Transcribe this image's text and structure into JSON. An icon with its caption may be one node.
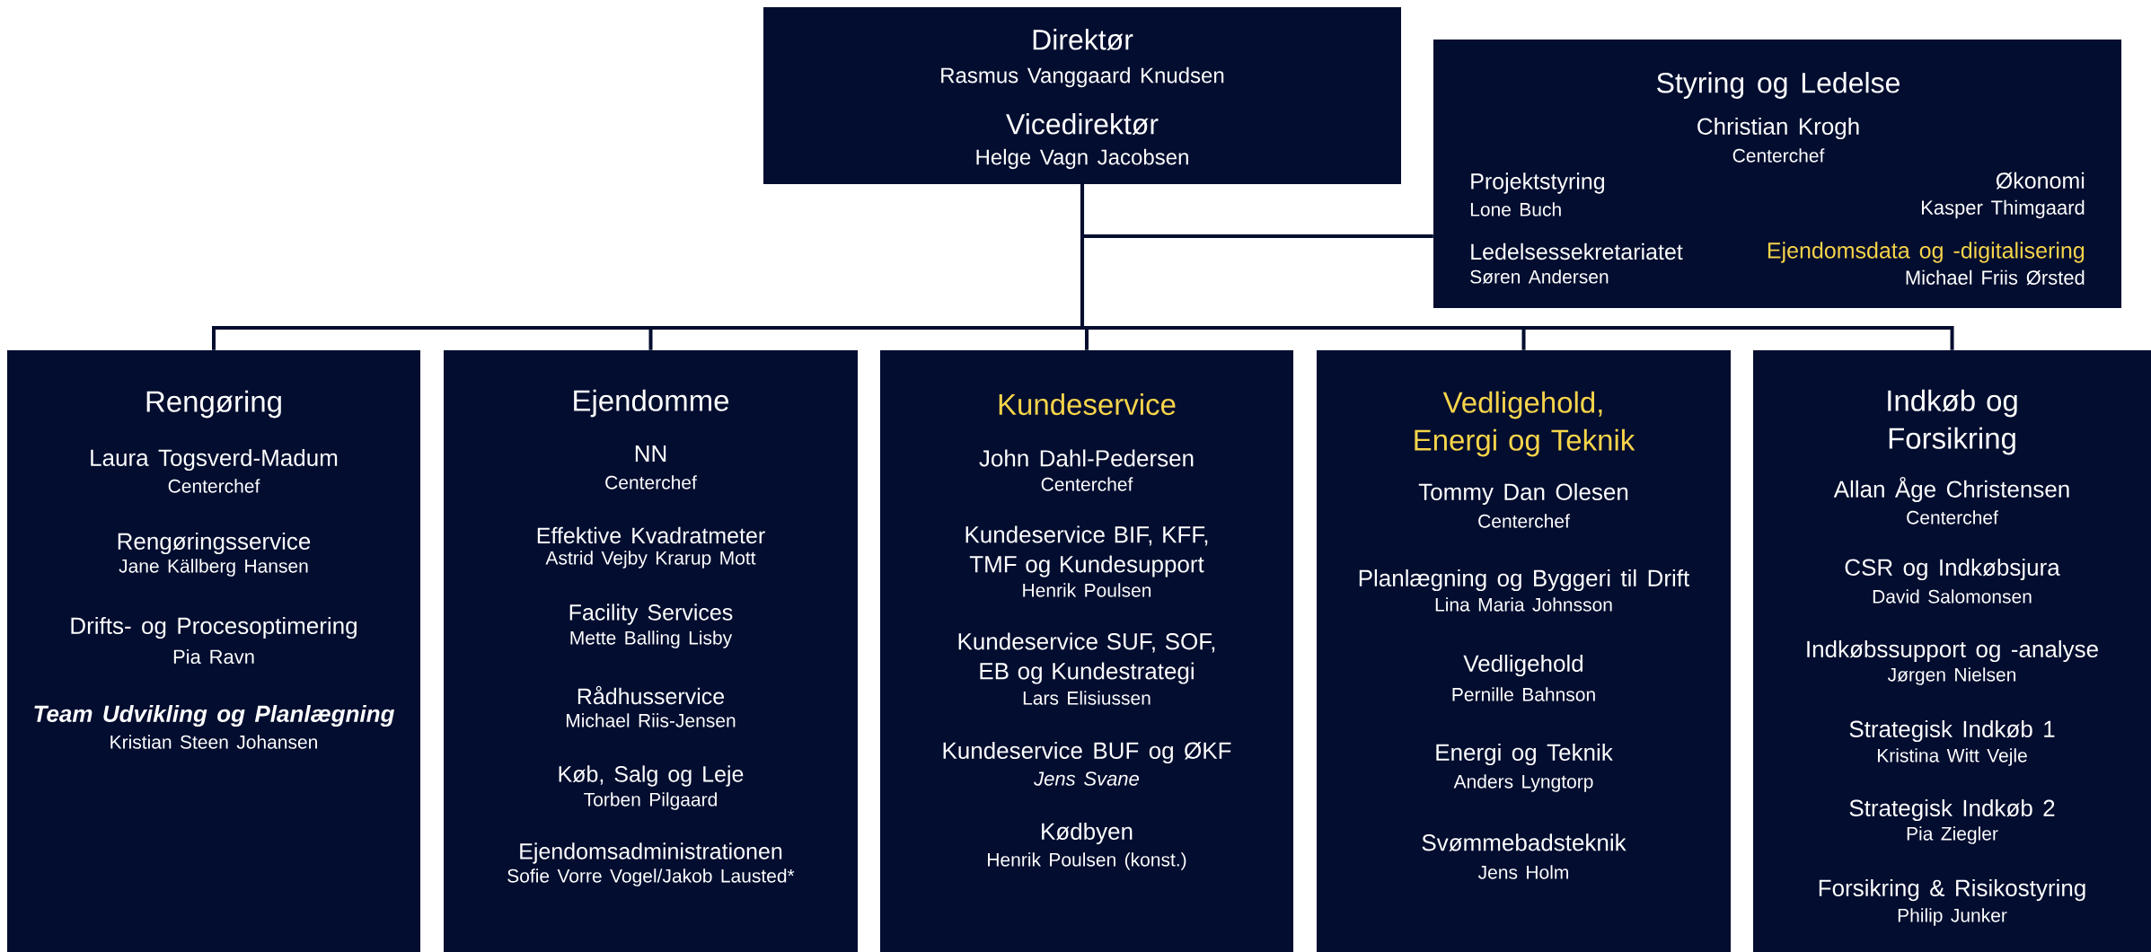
{
  "diagram": {
    "nodes": [
      {
        "text": [
          "Direktør",
          "Rasmus Vanggaard Knudsen",
          "Vicedirektør",
          "Helge Vagn Jacobsen"
        ]
      },
      {
        "text": [
          "Styring og Ledelse",
          "Christian Krogh",
          "Centerchef",
          "Projektstyring",
          "Lone Buch",
          "Økonomi",
          "Kasper Thimgaard",
          "Ledelsessekretariatet",
          "Søren Andersen",
          "Ejendomsdata og -digitalisering",
          "Michael Friis Ørsted"
        ]
      },
      {
        "text": [
          "Rengøring",
          "Laura Togsverd-Madum",
          "Centerchef",
          "Rengøringsservice",
          "Jane Källberg Hansen",
          "Drifts- og Procesoptimering",
          "Pia Ravn",
          "Team Udvikling og Planlægning",
          "Kristian Steen Johansen"
        ]
      },
      {
        "text": [
          "Ejendomme",
          "NN",
          "Centerchef",
          "Effektive Kvadratmeter",
          "Astrid Vejby Krarup Mott",
          "Facility Services",
          "Mette Balling Lisby",
          "Rådhusservice",
          "Michael Riis-Jensen",
          "Køb, Salg og Leje",
          "Torben Pilgaard",
          "Ejendomsadministrationen",
          "Sofie Vorre Vogel/Jakob Lausted*"
        ]
      },
      {
        "text": [
          "Kundeservice",
          "John Dahl-Pedersen",
          "Centerchef",
          "Kundeservice BIF, KFF, TMF og Kundesupport",
          "Henrik Poulsen",
          "Kundeservice SUF, SOF, EB og Kundestrategi",
          "Lars Elisiussen",
          "Kundeservice BUF og ØKF",
          "Jens Svane",
          "Kødbyen",
          "Henrik Poulsen (konst.)"
        ]
      },
      {
        "text": [
          "Vedligehold, Energi og Teknik",
          "Tommy Dan Olesen",
          "Centerchef",
          "Planlægning og Byggeri til Drift",
          "Lina Maria Johnsson",
          "Vedligehold",
          "Pernille Bahnson",
          "Energi og Teknik",
          "Anders Lyngtorp",
          "Svømmebadsteknik",
          "Jens Holm"
        ]
      },
      {
        "text": [
          "Indkøb og Forsikring",
          "Allan Åge Christensen",
          "Centerchef",
          "CSR og Indkøbsjura",
          "David Salomonsen",
          "Indkøbssupport og -analyse",
          "Jørgen Nielsen",
          "Strategisk Indkøb 1",
          "Kristina Witt Vejle",
          "Strategisk Indkøb 2",
          "Pia Ziegler",
          "Forsikring & Risikostyring",
          "Philip Junker"
        ]
      }
    ],
    "edges": [
      {
        "from": 0,
        "to": 1,
        "arrow": "none"
      },
      {
        "from": 0,
        "to": 2,
        "arrow": "none"
      },
      {
        "from": 0,
        "to": 3,
        "arrow": "none"
      },
      {
        "from": 0,
        "to": 4,
        "arrow": "none"
      },
      {
        "from": 0,
        "to": 5,
        "arrow": "none"
      },
      {
        "from": 0,
        "to": 6,
        "arrow": "none"
      }
    ]
  }
}
